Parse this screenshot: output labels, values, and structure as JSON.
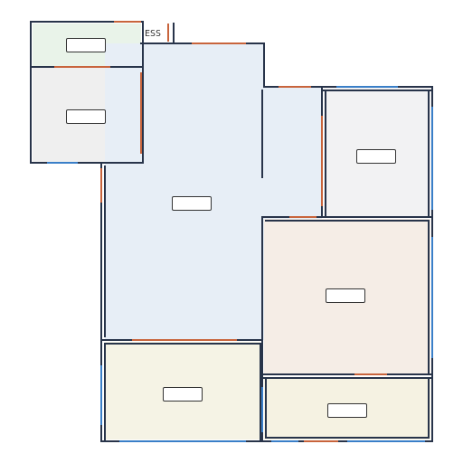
{
  "corner_tag": "ESS",
  "colors": {
    "wall": "#28344a",
    "door": "#c8643c",
    "window": "#3a7fc8"
  },
  "rooms": [
    {
      "id": "top-left",
      "label": "",
      "fill": "#e9f3e9"
    },
    {
      "id": "left-middle",
      "label": "",
      "fill": "#efefef"
    },
    {
      "id": "living-room",
      "label": "",
      "fill": "#e7eef6"
    },
    {
      "id": "right-top",
      "label": "",
      "fill": "#f2f2f3"
    },
    {
      "id": "right-middle",
      "label": "",
      "fill": "#f5ede6"
    },
    {
      "id": "bottom-left",
      "label": "",
      "fill": "#f5f3e5"
    },
    {
      "id": "bottom-right",
      "label": "",
      "fill": "#f5f2e2"
    }
  ]
}
